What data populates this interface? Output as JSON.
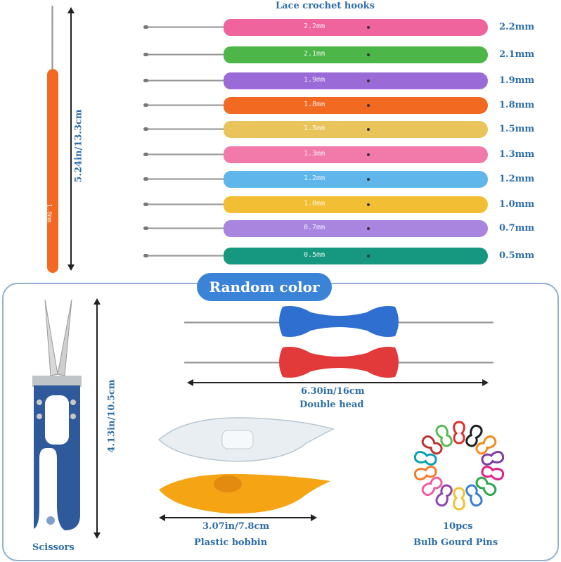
{
  "title": "Lace crochet hooks",
  "single_hook": {
    "dimension": "5.24in/13.3cm",
    "label": "1.8mm",
    "color": "#f26a21"
  },
  "hooks": [
    {
      "size": "2.2mm",
      "label": "2.2mm",
      "color": "#f0649e"
    },
    {
      "size": "2.1mm",
      "label": "2.1mm",
      "color": "#4cb748"
    },
    {
      "size": "1.9mm",
      "label": "1.9mm",
      "color": "#9a6ad6"
    },
    {
      "size": "1.8mm",
      "label": "1.8mm",
      "color": "#f26a21"
    },
    {
      "size": "1.5mm",
      "label": "1.5mm",
      "color": "#e9c45a"
    },
    {
      "size": "1.3mm",
      "label": "1.3mm",
      "color": "#f27aaa"
    },
    {
      "size": "1.2mm",
      "label": "1.2mm",
      "color": "#5eb6ea"
    },
    {
      "size": "1.0mm",
      "label": "1.0mm",
      "color": "#f2be33"
    },
    {
      "size": "0.7mm",
      "label": "0.7mm",
      "color": "#a985e0"
    },
    {
      "size": "0.5mm",
      "label": "0.5mm",
      "color": "#16977f"
    }
  ],
  "random_color_label": "Random color",
  "scissors": {
    "label": "Scissors",
    "dimension": "4.13in/10.5cm",
    "color": "#2e5a9c"
  },
  "double_head": {
    "label": "Double head",
    "dimension": "6.30in/16cm",
    "colors": [
      "#2f6fd0",
      "#e23a3a"
    ]
  },
  "bobbin": {
    "label": "Plastic bobbin",
    "dimension": "3.07in/7.8cm",
    "colors": [
      "#e8eef2",
      "#f5a414"
    ]
  },
  "pins": {
    "count": "10pcs",
    "label": "Bulb Gourd Pins",
    "colors": [
      "#e02f2f",
      "#1e1e1e",
      "#f28a1e",
      "#7a3fa0",
      "#e0208a",
      "#2aa84a",
      "#3a7fd0",
      "#f2c12e",
      "#8e44ad",
      "#ee5fa0",
      "#f07b2e",
      "#0aa0b4",
      "#b33",
      "#5b5"
    ]
  }
}
